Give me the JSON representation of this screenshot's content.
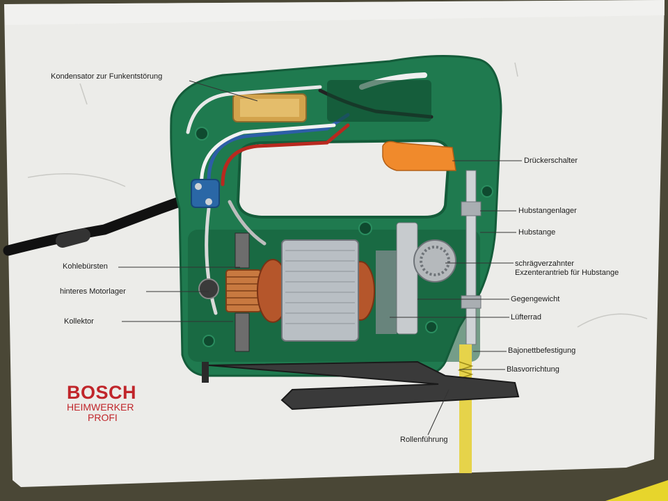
{
  "brand": {
    "name": "BOSCH",
    "line1": "HEIMWERKER",
    "line2": "PROFI",
    "color": "#c0252a"
  },
  "labels": {
    "kondensator": "Kondensator zur Funkentstörung",
    "druckerschalter": "Drückerschalter",
    "hubstangenlager": "Hubstangenlager",
    "hubstange": "Hubstange",
    "kohleburste": "Kohlebürsten",
    "exzenter_1": "schrägverzahnter",
    "exzenter_2": "Exzenterantrieb für Hubstange",
    "motorlager": "hinteres Motorlager",
    "gegengewicht": "Gegengewicht",
    "kollektor": "Kollektor",
    "lufterrad": "Lüfterrad",
    "bajonett": "Bajonettbefestigung",
    "blas": "Blasvorrichtung",
    "rollen": "Rollenführung"
  },
  "colors": {
    "box": "#eeeeec",
    "housing": "#1f7a4f",
    "housing_dark": "#145c3a",
    "switch": "#f08a2c",
    "copper": "#b5562b",
    "stator": "#b9bfc4",
    "blade": "#e6d34a"
  }
}
